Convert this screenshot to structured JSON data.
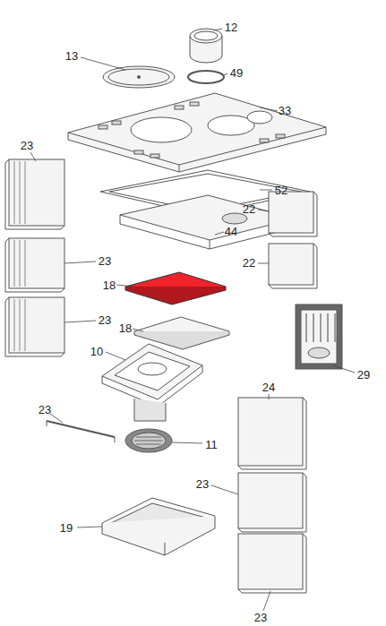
{
  "diagram": {
    "labels": [
      "12",
      "13",
      "49",
      "33",
      "23",
      "52",
      "22",
      "44",
      "23",
      "22",
      "18",
      "23",
      "18",
      "29",
      "10",
      "24",
      "23",
      "11",
      "23",
      "19",
      "23"
    ]
  }
}
